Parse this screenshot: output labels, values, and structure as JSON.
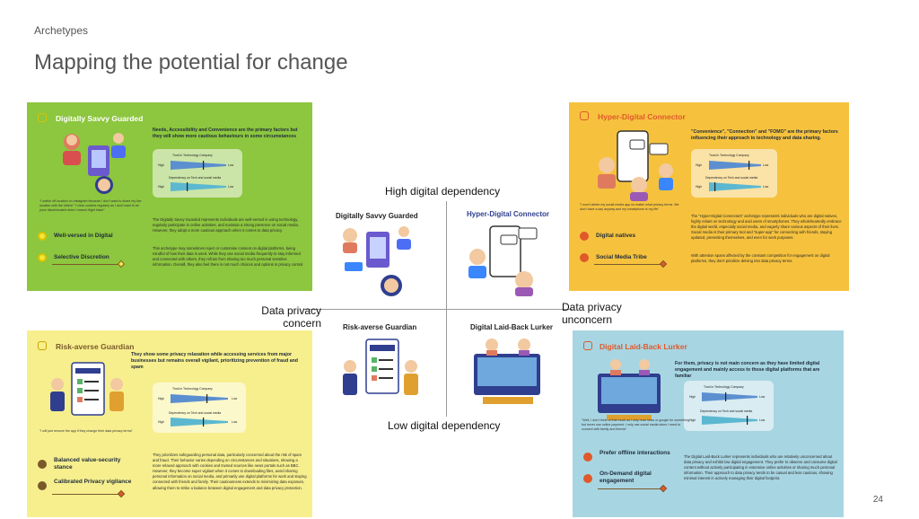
{
  "eyebrow": "Archetypes",
  "title": "Mapping the potential for change",
  "page_number": "24",
  "colors": {
    "green": "#8dc63f",
    "orange": "#f6c23e",
    "yellow": "#f7ef8e",
    "blue": "#a8d5e2",
    "title_orange": "#e0592a"
  },
  "axes": {
    "top": "High digital dependency",
    "bottom": "Low digital dependency",
    "left": "Data privacy concern",
    "right": "Data privacy unconcern"
  },
  "quadrants": {
    "top_left": "Digitally Savvy Guarded",
    "top_right": "Hyper-Digital Connector",
    "bottom_left": "Risk-averse Guardian",
    "bottom_right": "Digital Laid-Back Lurker"
  },
  "chart_labels": {
    "trust": "Trust in Technology Company",
    "dependency": "Dependency on Tech and social media",
    "high": "High",
    "low": "Low"
  },
  "cards": {
    "savvy": {
      "title": "Digitally Savvy Guarded",
      "lead": "Needs, Accessibility and Convenience are the primary factors but they will show more cautious behaviours in some circumstances",
      "quote": "\"I switch off location on Instagram because I don't want to share my live location with the others\" \"I clear cookies regularly as I don't want to be price discriminated when I search flight ticket\"",
      "body1": "The Digitally Savvy Guarded represents individuals are well-versed in using technology, regularly participate in online activities, and maintain a strong presence on social media. However, they adopt a more cautious approach when it comes to data privacy.",
      "body2": "This archetype may sometimes reject or customise consent on digital platforms, being mindful of how their data is used. While they use social media frequently to stay informed and connected with others, they refrain from sharing too much personal sensitive information. Overall, they also feel there is not much choices and options in privacy control",
      "traits": [
        "Well-versed in Digital",
        "Selective Discretion"
      ]
    },
    "hyper": {
      "title": "Hyper-Digital Connector",
      "lead": "\"Convenience\", \"Connection\" and \"FOMO\" are the primary factors influencing their approach to technology and data sharing.",
      "quote": "\"I won't delete my social media app no matter what privacy terms. We don't have a say anyway and my smartphone is my life\"",
      "body1": "The \"Hyper-Digital Connectors\" archetype represents individuals who are digital natives, highly reliant on technology and avid users of smartphones. They wholeheartedly embrace the digital world, especially social media, and eagerly share various aspects of their lives. Social media is their primary tool and \"super-app\" for connecting with friends, staying updated, presenting themselves, and even for work purposes.",
      "body2": "With attention spans affected by the constant competition for engagement on digital platforms, they don't prioritize delving into data privacy terms.",
      "traits": [
        "Digital natives",
        "Social Media Tribe"
      ]
    },
    "risk": {
      "title": "Risk-averse Guardian",
      "lead": "They show some privacy relaxation while accessing services from major businesses but remains overall vigilant, prioritizing prevention of fraud and spam",
      "quote": "\"I will just remove the app if they change their data privacy terms\"",
      "body1": "They prioritizes safeguarding personal data, particularly concerned about the risk of spam and fraud. Their behavior varies depending on circumstances and situations, showing a more relaxed approach with cookies and trusted sources like news portals such as BBC. However, they become super vigilant when it comes to downloading files, avoid sharing personal information on social media, and primarily use digital platforms for work and staying connected with friends and family. Their cautiousness extends to minimizing data exposure, allowing them to strike a balance between digital engagement and data privacy protection.",
      "traits": [
        "Balanced value-security stance",
        "Calibrated Privacy vigilance"
      ]
    },
    "lurker": {
      "title": "Digital Laid-Back Lurker",
      "lead": "For them, privacy is not main concern as they have limited digital engagement and mainly access to those digital platforms that are familiar",
      "quote": "\"Well, I don't think of that much as I only read news or google for something but never use online payment. I only use social media when I need to connect with family and friends\"",
      "body1": "The Digital Laid-Back Lurker represents individuals who are relatively unconcerned about data privacy and exhibit low digital engagement. They prefer to observe and consume digital content without actively participating in extensive online activities or sharing much personal information. Their approach to data privacy tends to be casual and less cautious, showing minimal interest in actively managing their digital footprint.",
      "traits": [
        "Prefer offline interactions",
        "On-Demand digital engagement"
      ]
    }
  }
}
